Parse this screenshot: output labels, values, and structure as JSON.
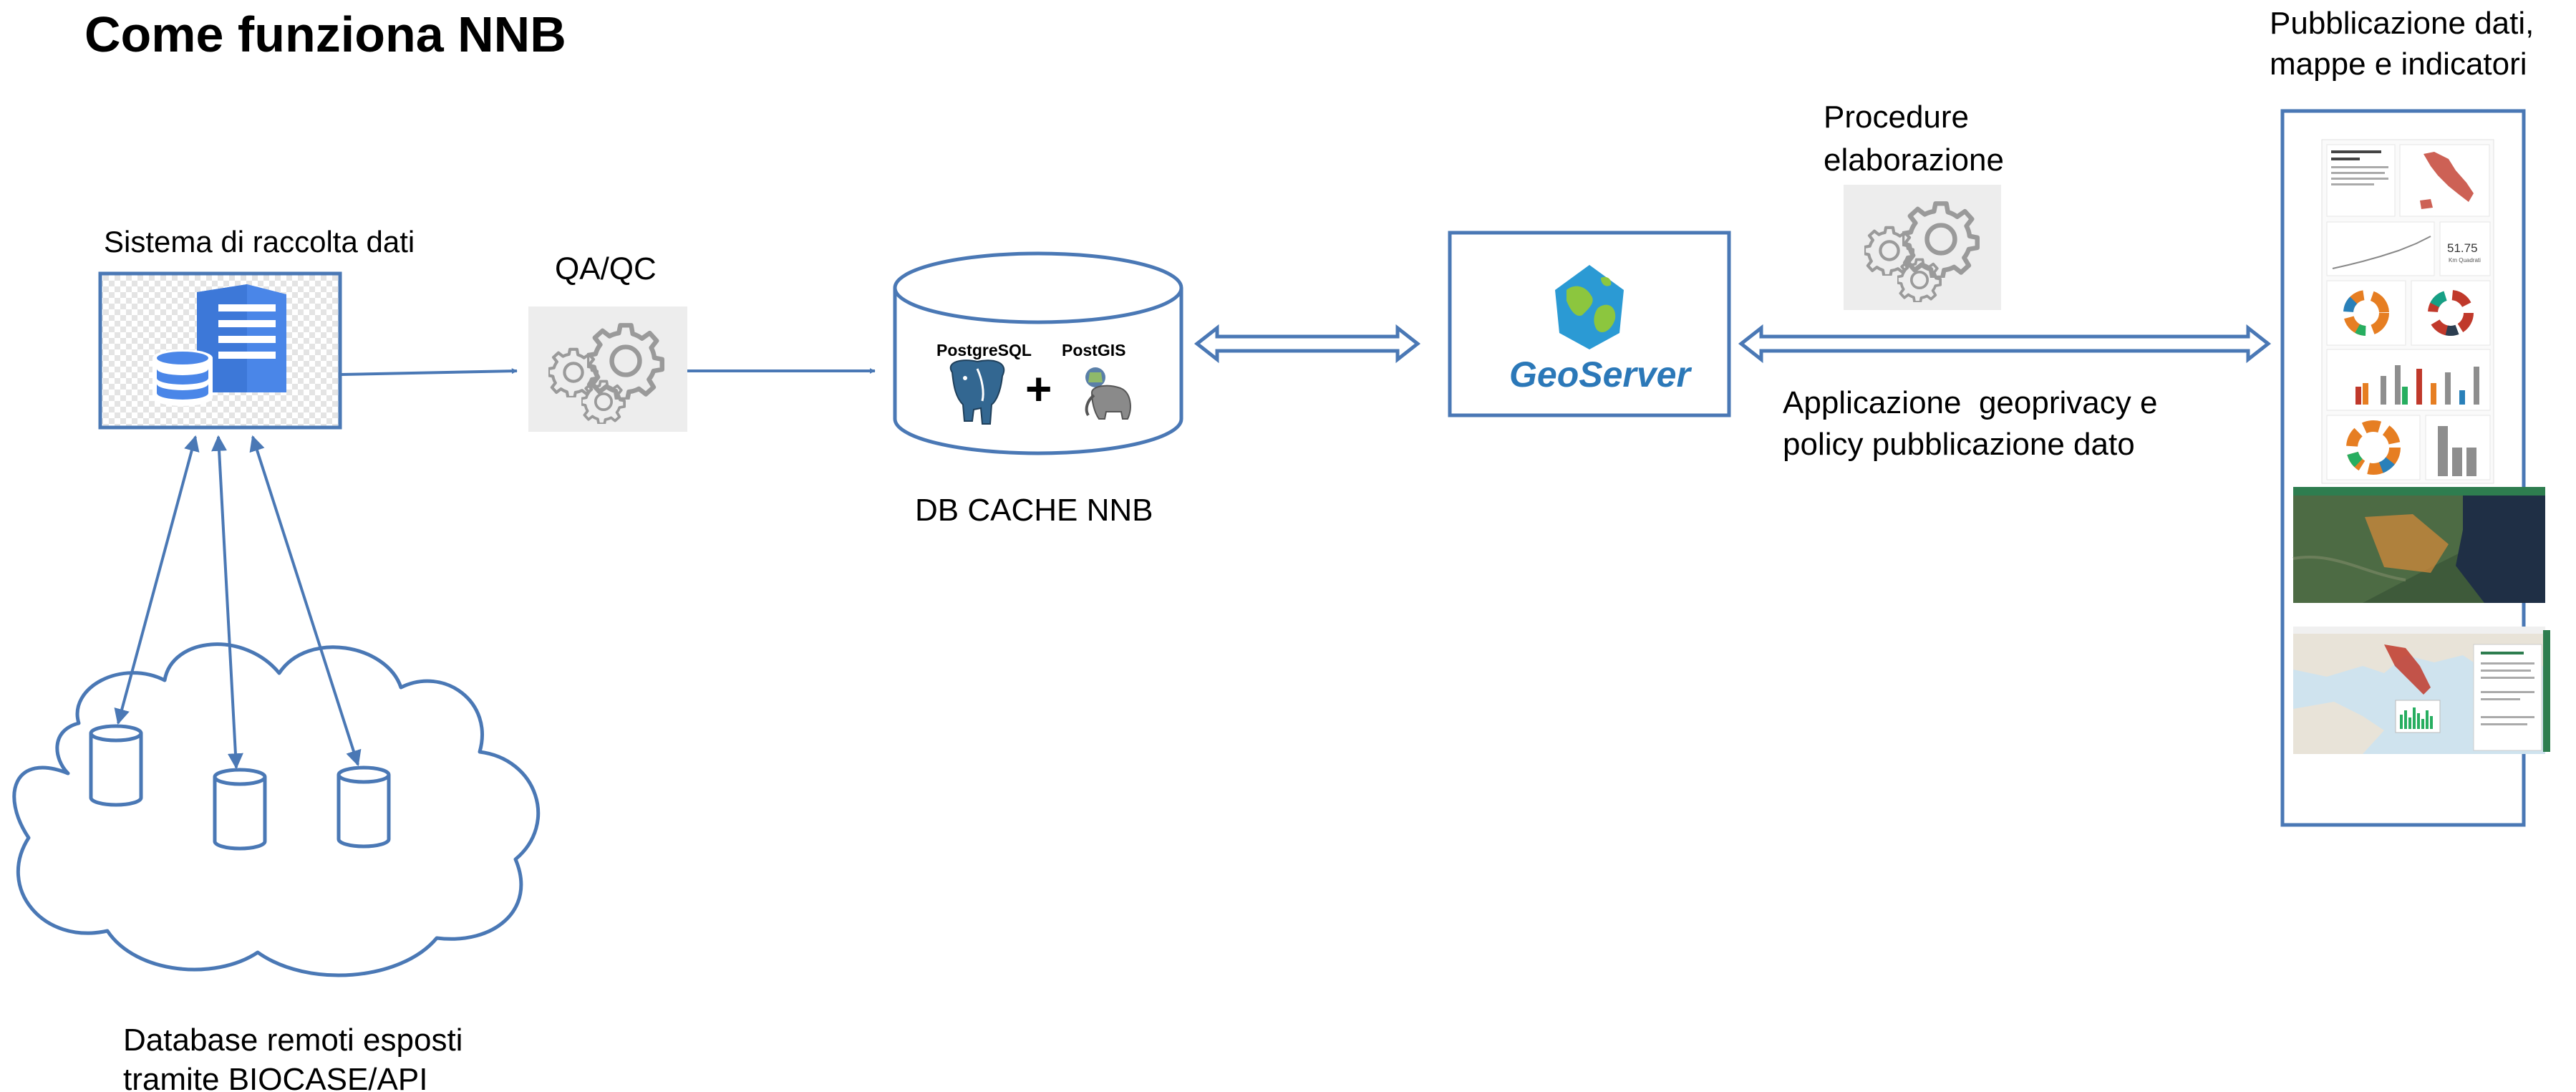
{
  "title": "Come funziona NNB",
  "labels": {
    "sistema": "Sistema di raccolta dati",
    "qaqc": "QA/QC",
    "db_cache": "DB CACHE NNB",
    "procedure_line1": "Procedure",
    "procedure_line2": "elaborazione",
    "applicazione_line1": "Applicazione  geoprivacy e",
    "applicazione_line2": "policy pubblicazione dato",
    "pubblicazione_line1": "Pubblicazione dati,",
    "pubblicazione_line2": "mappe e indicatori",
    "database_line1": "Database remoti esposti",
    "database_line2": "tramite BIOCASE/API"
  },
  "logos": {
    "postgresql": "PostgreSQL",
    "postgis": "PostGIS",
    "plus": "+",
    "geoserver": "GeoServer"
  },
  "dashboard": {
    "metric_value": "51.75",
    "metric_unit": "Km Quadrati"
  },
  "colors": {
    "accent": "#4a78b5",
    "server": "#4a86e8",
    "gear_bg": "#ededed",
    "gear": "#9a9a9a",
    "orange": "#f08a24",
    "geoserver_text": "#2b78b8",
    "map_green": "#2e7d4f"
  },
  "icons": {
    "server": "server-database-icon",
    "gears": "gears-icon",
    "cloud": "cloud-icon"
  }
}
